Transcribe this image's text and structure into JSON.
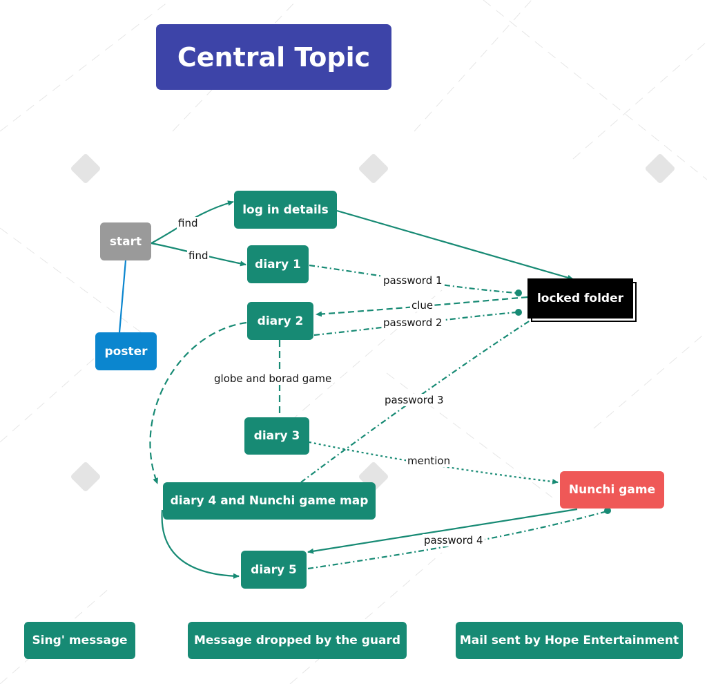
{
  "central": "Central Topic",
  "nodes": {
    "start": "start",
    "poster": "poster",
    "login": "log in details",
    "diary1": "diary 1",
    "diary2": "diary 2",
    "diary3": "diary 3",
    "diary4": "diary 4 and Nunchi game map",
    "diary5": "diary 5",
    "locked": "locked folder",
    "nunchi": "Nunchi game",
    "sing": "Sing' message",
    "guard": "Message dropped by the guard",
    "mail": "Mail sent by Hope Entertainment"
  },
  "edge_labels": {
    "find1": "find",
    "find2": "find",
    "password1": "password 1",
    "clue": "clue",
    "password2": "password 2",
    "globe": "globe and borad game",
    "password3": "password 3",
    "mention": "mention",
    "password4": "password 4"
  },
  "colors": {
    "teal": "#178a74",
    "central": "#3d44a8",
    "start": "#9a9a9a",
    "poster": "#0b86cf",
    "nunchi": "#ef5857",
    "locked": "#000000"
  }
}
